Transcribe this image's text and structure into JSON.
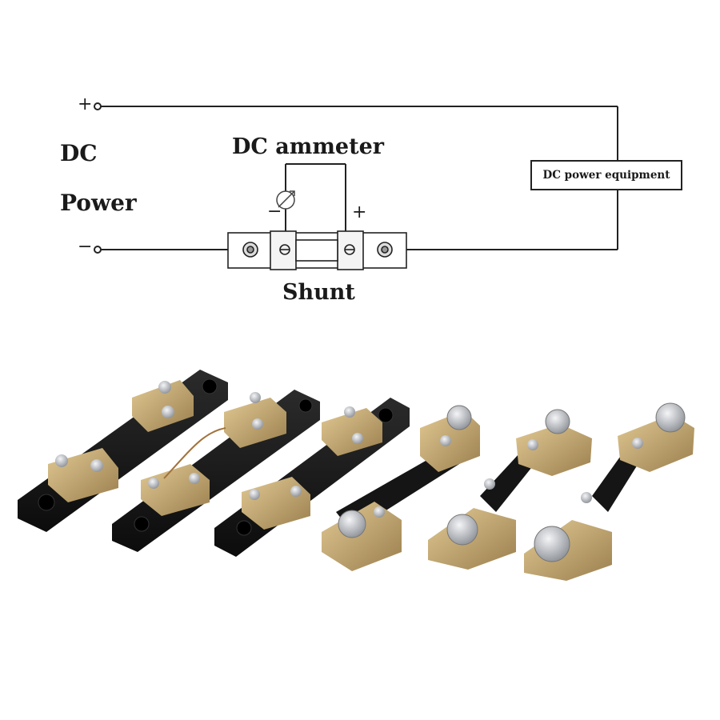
{
  "diagram": {
    "source_label_line1": "DC",
    "source_label_line2": "Power",
    "positive_terminal": "+",
    "negative_terminal": "−",
    "ammeter_label": "DC ammeter",
    "ammeter_minus": "−",
    "ammeter_plus": "+",
    "load_label": "DC power equipment",
    "shunt_label": "Shunt"
  },
  "photo": {
    "products": [
      {
        "name": "shunt-small-black-1",
        "base": "black"
      },
      {
        "name": "shunt-small-black-2",
        "base": "black"
      },
      {
        "name": "shunt-small-black-3",
        "base": "black"
      },
      {
        "name": "shunt-large-brass-1",
        "base": "brass"
      },
      {
        "name": "shunt-large-brass-2",
        "base": "brass"
      },
      {
        "name": "shunt-large-brass-3",
        "base": "brass"
      }
    ],
    "colors": {
      "black_base": "#151515",
      "brass": "#c9ad78",
      "brass_dark": "#8d7447",
      "bolt": "#c9ccd0"
    }
  }
}
